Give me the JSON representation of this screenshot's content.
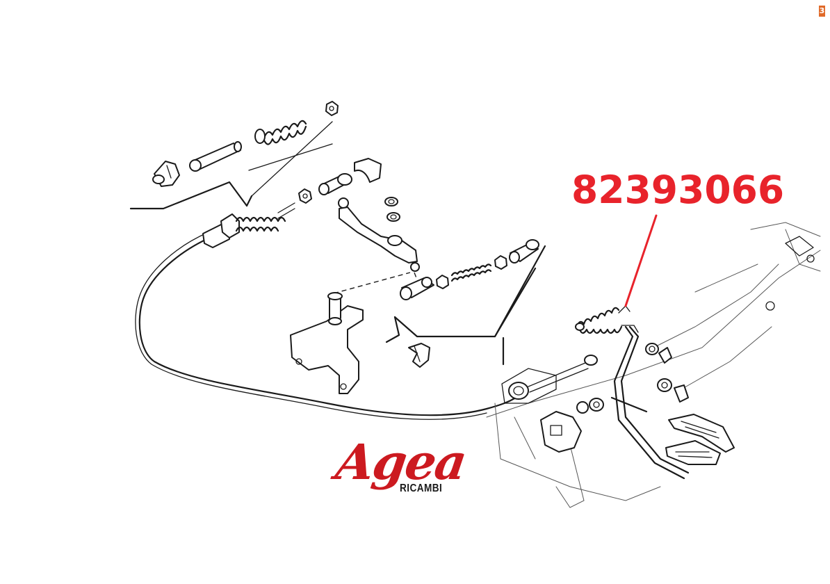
{
  "callout": {
    "part_number": "82393066",
    "color": "#e8232b"
  },
  "logo": {
    "brand": "Agea",
    "subtitle": "RICAMBI",
    "color": "#cc1a20"
  },
  "corner_badge": "3"
}
